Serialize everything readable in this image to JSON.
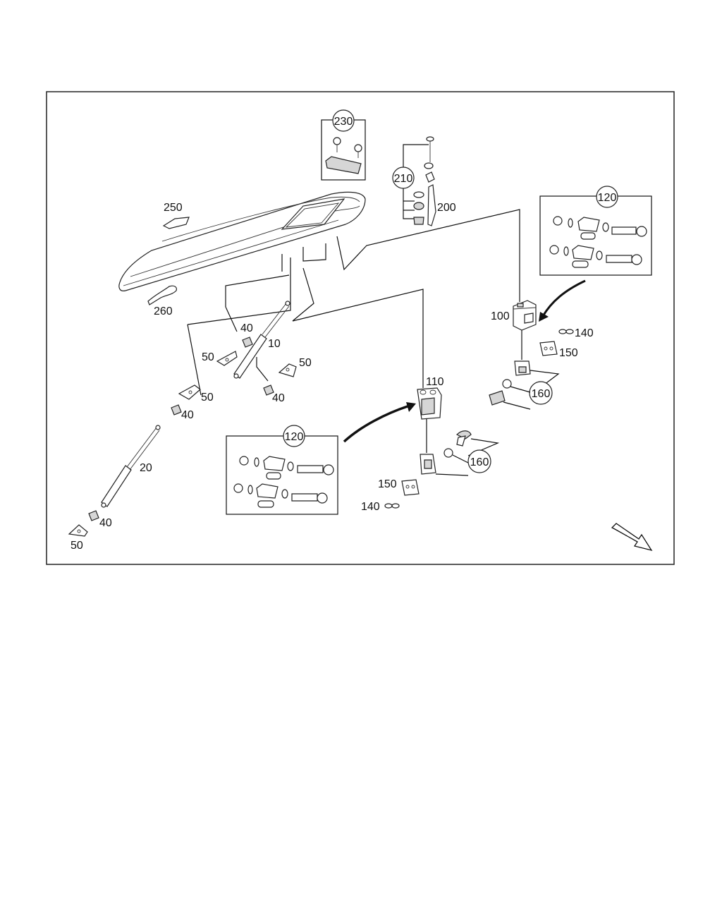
{
  "diagram": {
    "labels": {
      "l10": "10",
      "l20": "20",
      "l40a": "40",
      "l40b": "40",
      "l40c": "40",
      "l40d": "40",
      "l50a": "50",
      "l50b": "50",
      "l50c": "50",
      "l50d": "50",
      "l100": "100",
      "l110": "110",
      "l120a": "120",
      "l120b": "120",
      "l140a": "140",
      "l140b": "140",
      "l150a": "150",
      "l150b": "150",
      "l160a": "160",
      "l160b": "160",
      "l200": "200",
      "l210": "210",
      "l230": "230",
      "l250": "250",
      "l260": "260"
    },
    "direction_icon": "arrow-down-right-icon"
  }
}
